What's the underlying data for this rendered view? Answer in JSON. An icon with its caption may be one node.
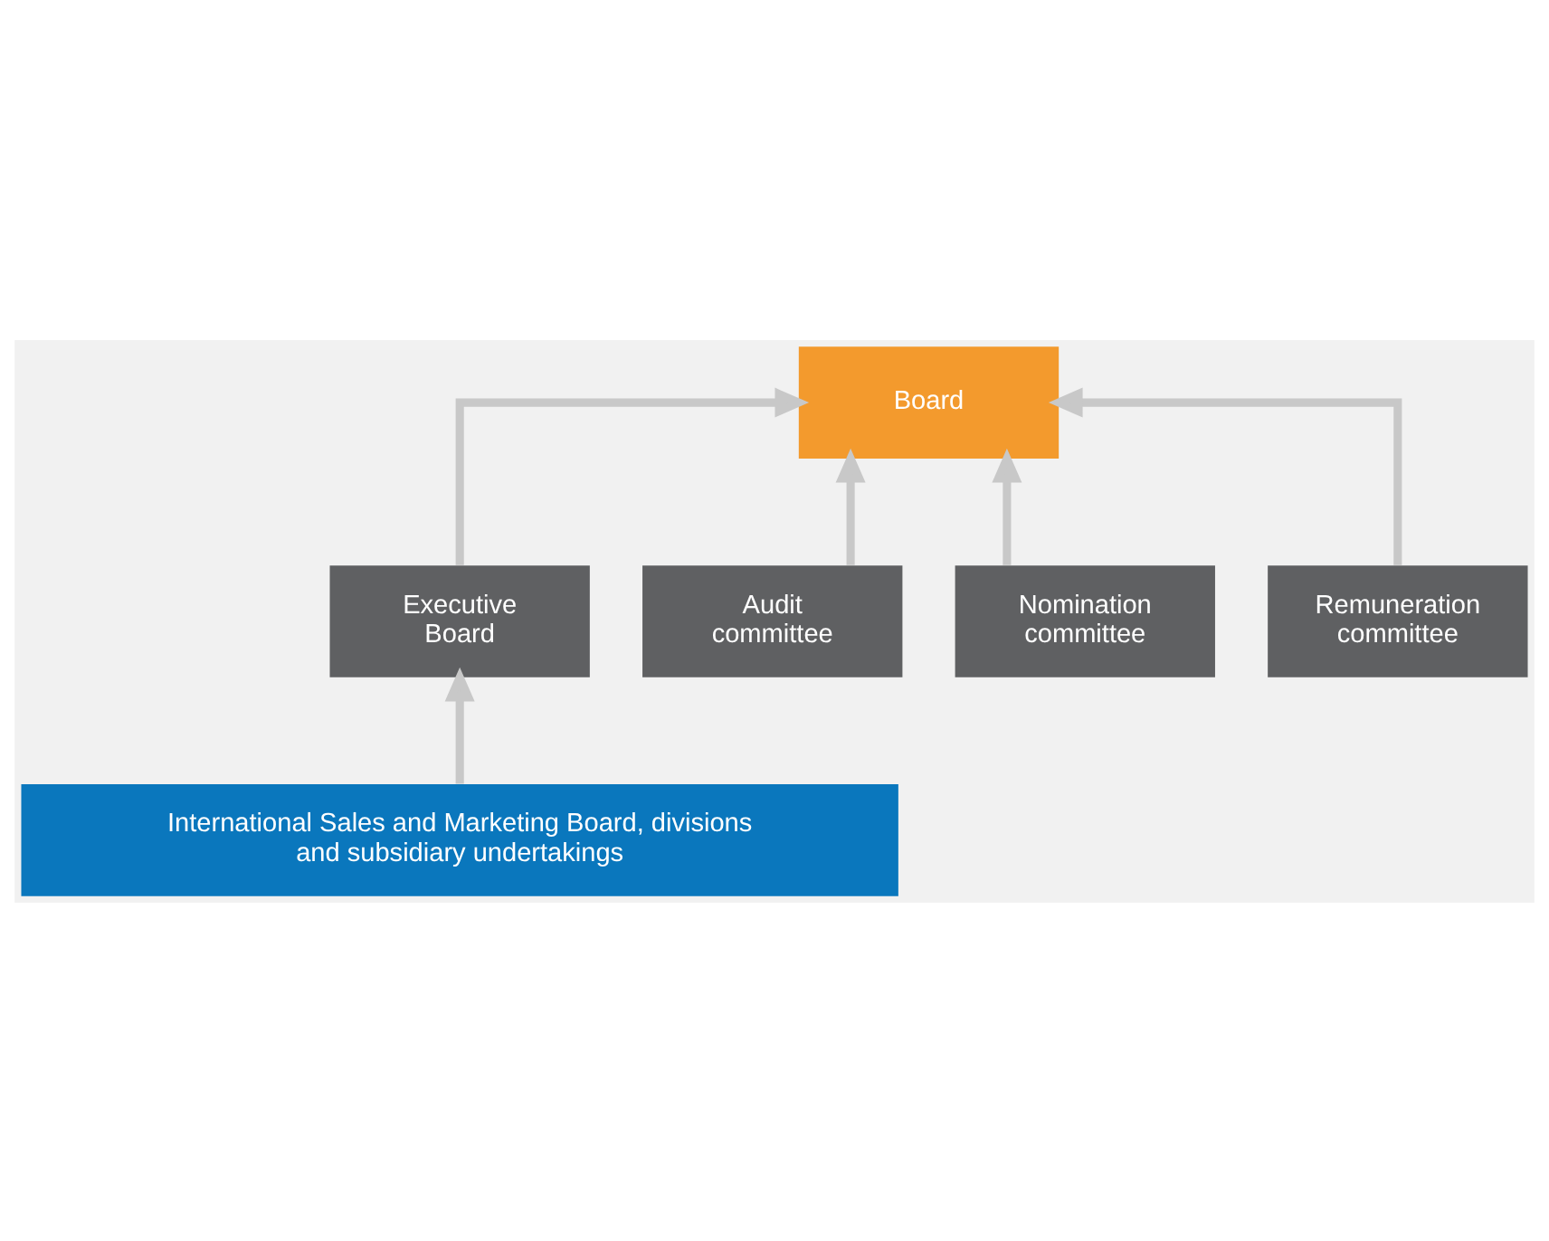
{
  "diagram": {
    "nodes": [
      {
        "text": [
          "Board"
        ]
      },
      {
        "text": [
          "Executive Board"
        ]
      },
      {
        "text": [
          "Audit committee"
        ]
      },
      {
        "text": [
          "Nomination committee"
        ]
      },
      {
        "text": [
          "Remuneration committee"
        ]
      },
      {
        "text": [
          "International Sales and Marketing Board, divisions and subsidiary undertakings"
        ]
      }
    ],
    "edges": [
      {
        "from": 1,
        "to": 0,
        "arrow": "to"
      },
      {
        "from": 2,
        "to": 0,
        "arrow": "to"
      },
      {
        "from": 3,
        "to": 0,
        "arrow": "to"
      },
      {
        "from": 4,
        "to": 0,
        "arrow": "to"
      },
      {
        "from": 5,
        "to": 1,
        "arrow": "to"
      }
    ]
  }
}
